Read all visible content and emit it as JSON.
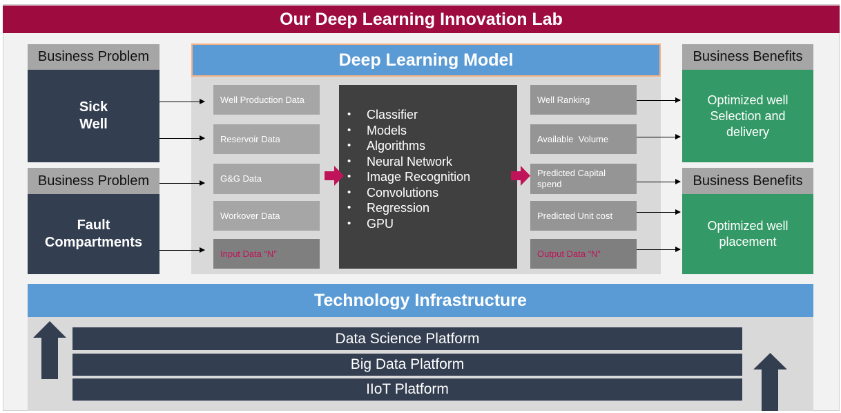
{
  "title": "Our Deep Learning Innovation Lab",
  "problems": [
    {
      "header": "Business Problem",
      "label": "Sick\nWell"
    },
    {
      "header": "Business Problem",
      "label": "Fault\nCompartments"
    }
  ],
  "model": {
    "header": "Deep Learning Model",
    "inputs": [
      "Well Production Data",
      "Reservoir Data",
      "G&G Data",
      "Workover Data",
      "Input Data “N”"
    ],
    "center": {
      "items": [
        "Classifier",
        "Models",
        "Algorithms"
      ],
      "sub_items": [
        "Neural Network",
        "Image Recognition",
        "Convolutions",
        "Regression",
        "GPU"
      ]
    },
    "outputs": [
      "Well Ranking",
      "Available  Volume",
      "Predicted Capital spend",
      "Predicted Unit cost",
      "Output Data “N”"
    ]
  },
  "benefits": [
    {
      "header": "Business Benefits",
      "label": "Optimized well Selection and delivery"
    },
    {
      "header": "Business Benefits",
      "label": "Optimized well placement"
    }
  ],
  "infrastructure": {
    "header": "Technology Infrastructure",
    "platforms": [
      "Data Science Platform",
      "Big Data Platform",
      "IIoT Platform"
    ]
  },
  "colors": {
    "title": "#9e0b3f",
    "blue": "#5b9bd5",
    "navy": "#333e50",
    "green": "#339966",
    "accent_pink": "#c0145a"
  }
}
